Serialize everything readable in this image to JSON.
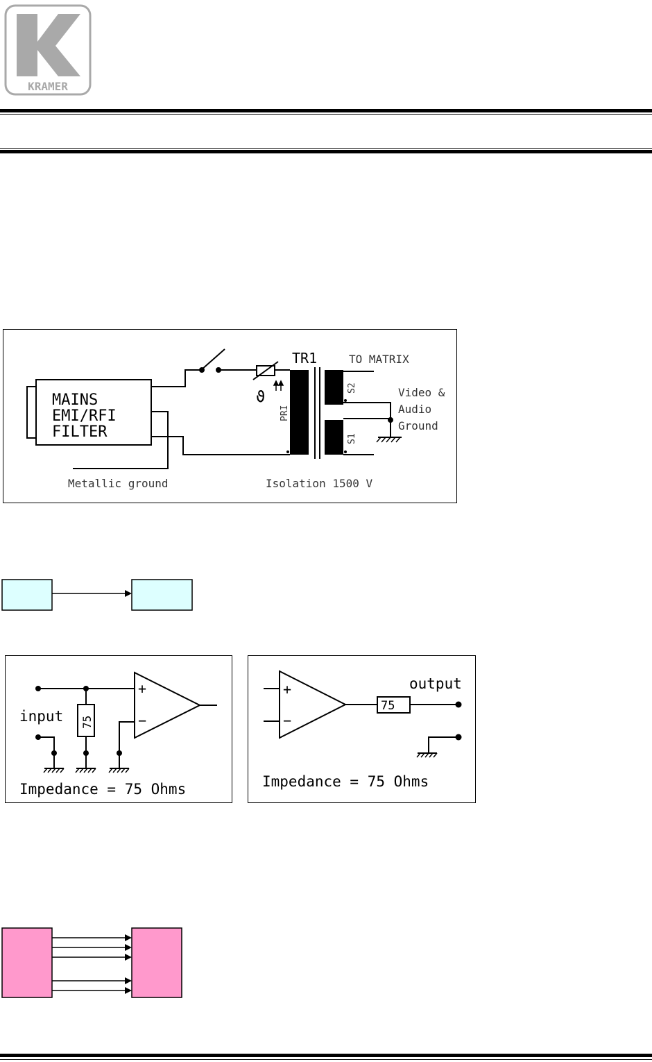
{
  "logo": {
    "text": "KRAMER",
    "mark_color": "#a9a9a9"
  },
  "power_diagram": {
    "filter_label": [
      "MAINS",
      "EMI/RFI",
      "FILTER"
    ],
    "transformer": "TR1",
    "to_matrix": "TO MATRIX",
    "pri": "PRI",
    "s1": "S1",
    "s2": "S2",
    "theta": "ϑ",
    "ground_label": [
      "Video &",
      "Audio",
      "Ground"
    ],
    "metallic_ground": "Metallic ground",
    "isolation": "Isolation 1500 V"
  },
  "block_small": {
    "fill": "#ddffff"
  },
  "input_circuit": {
    "input_label": "input",
    "resistor": "75",
    "plus": "+",
    "minus": "−",
    "impedance": "Impedance = 75 Ohms"
  },
  "output_circuit": {
    "output_label": "output",
    "resistor": "75",
    "plus": "+",
    "minus": "−",
    "impedance": "Impedance = 75 Ohms"
  },
  "block_bus": {
    "fill": "#ff99cc"
  }
}
